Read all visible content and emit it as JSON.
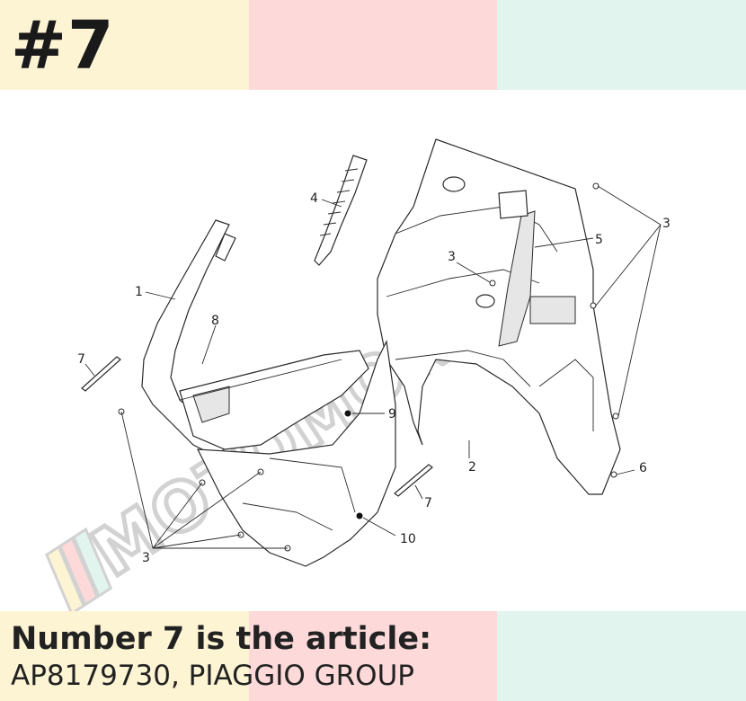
{
  "header": {
    "page_number": "#7"
  },
  "colors": {
    "yellow": "#fdf4d4",
    "pink": "#fdd9d9",
    "mint": "#e1f4ee"
  },
  "diagram": {
    "callouts": [
      {
        "id": "c1",
        "label": "1"
      },
      {
        "id": "c2",
        "label": "2"
      },
      {
        "id": "c3a",
        "label": "3"
      },
      {
        "id": "c3b",
        "label": "3"
      },
      {
        "id": "c3c",
        "label": "3"
      },
      {
        "id": "c4",
        "label": "4"
      },
      {
        "id": "c5",
        "label": "5"
      },
      {
        "id": "c6",
        "label": "6"
      },
      {
        "id": "c7a",
        "label": "7"
      },
      {
        "id": "c7b",
        "label": "7"
      },
      {
        "id": "c8",
        "label": "8"
      },
      {
        "id": "c9",
        "label": "9"
      },
      {
        "id": "c10",
        "label": "10"
      }
    ],
    "watermark": "MOTOMONDIA"
  },
  "caption": {
    "line1": "Number 7 is the article:",
    "line2": "AP8179730, PIAGGIO GROUP"
  }
}
